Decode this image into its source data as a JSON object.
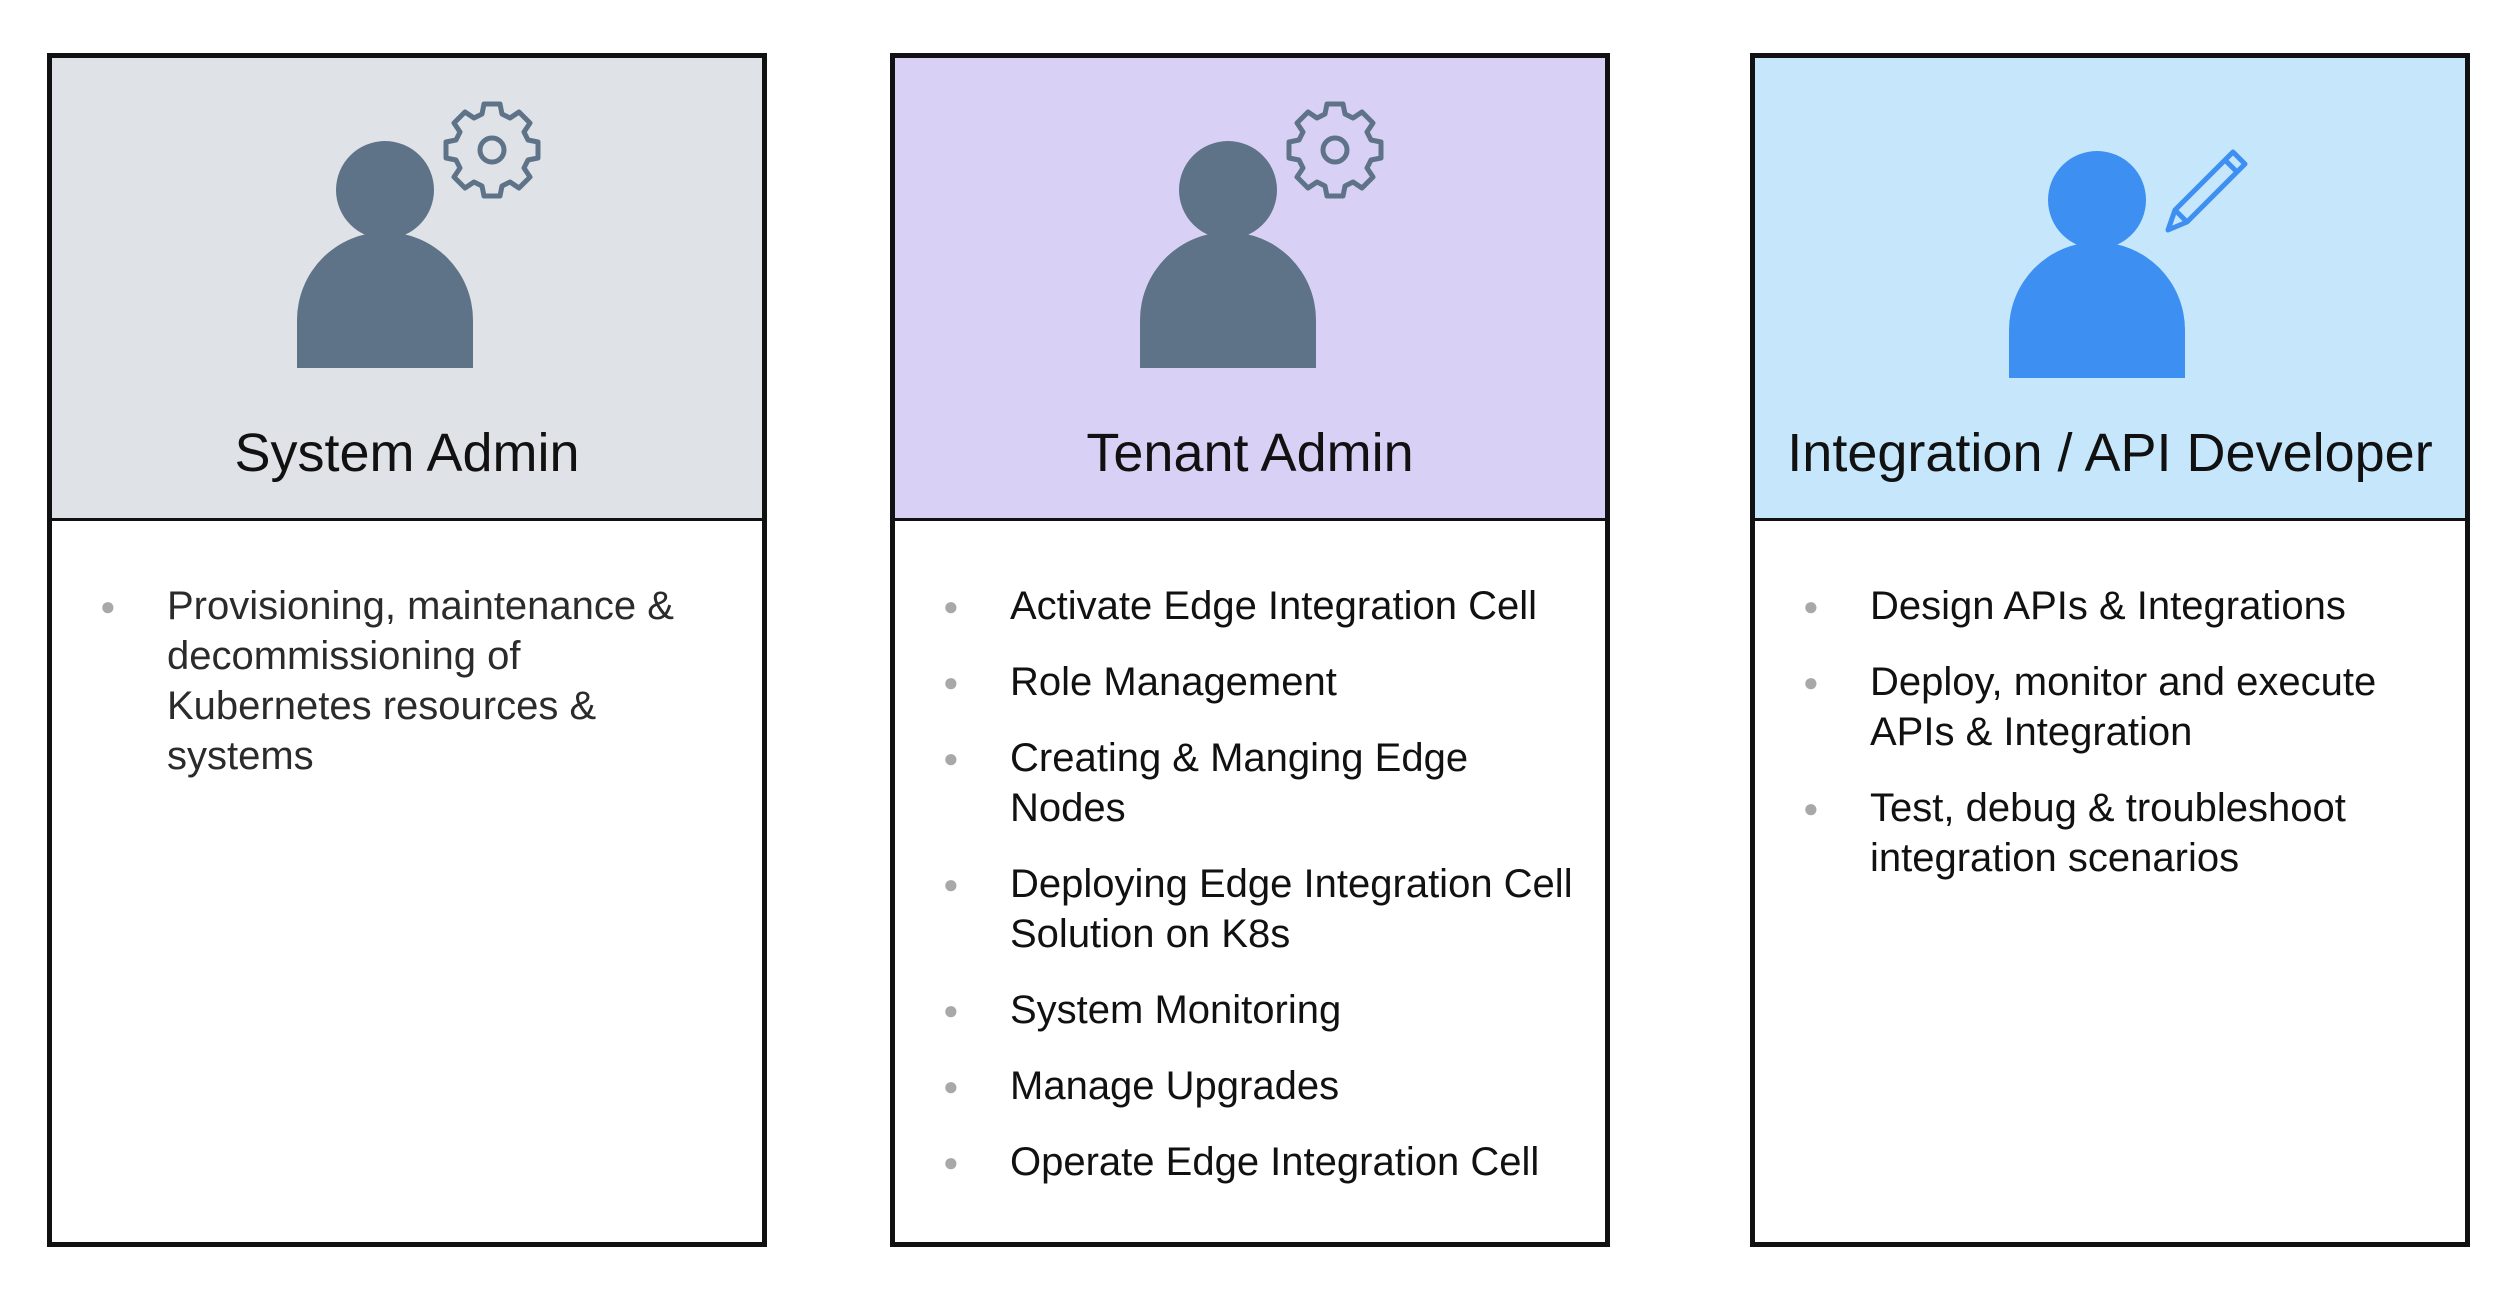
{
  "colors": {
    "border": "#111111",
    "system_admin_header": "#dfe3e8",
    "tenant_admin_header": "#d8d1f5",
    "developer_header": "#c6e6fb",
    "admin_icon": "#5f7388",
    "developer_icon": "#3d8ff2",
    "bullet": "#a8a8a8"
  },
  "cards": [
    {
      "title": "System Admin",
      "icon": "person-gear-icon",
      "tasks": [
        "Provisioning, maintenance & decommissioning of Kubernetes resources & systems"
      ]
    },
    {
      "title": "Tenant Admin",
      "icon": "person-gear-icon",
      "tasks": [
        "Activate Edge Integration Cell",
        "Role Management",
        "Creating & Manging Edge Nodes",
        "Deploying Edge Integration Cell Solution on K8s",
        "System Monitoring",
        "Manage Upgrades",
        "Operate Edge Integration Cell"
      ]
    },
    {
      "title": "Integration / API Developer",
      "icon": "person-pencil-icon",
      "tasks": [
        "Design APIs & Integrations",
        "Deploy, monitor and execute APIs & Integration",
        "Test, debug & troubleshoot integration scenarios"
      ]
    }
  ]
}
